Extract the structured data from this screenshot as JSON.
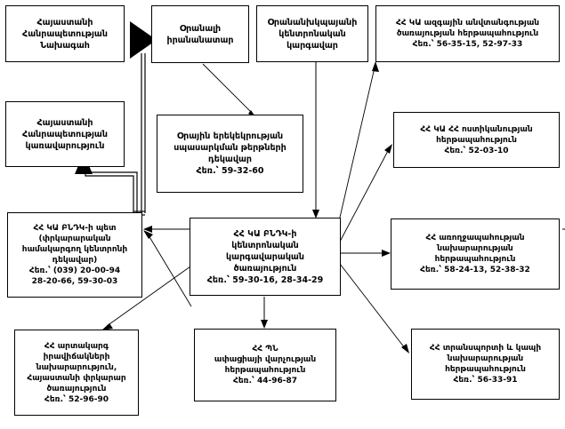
{
  "diagram": {
    "title": "Armenian emergency-management notification scheme",
    "type": "flowchart",
    "line_color": "#000000",
    "background_color": "#ffffff",
    "nodes": [
      {
        "id": "president",
        "name": "president-of-armenia",
        "lines": [
          "Հայաստանի",
          "Հանրապետության",
          "Նախագահ"
        ]
      },
      {
        "id": "government",
        "name": "government-of-armenia",
        "lines": [
          "Հայաստանի",
          "Հանրապետության",
          "կառավարություն"
        ]
      },
      {
        "id": "duty-officer",
        "name": "daily-duty-officer",
        "lines": [
          "Օրանալի",
          "իրանանատար"
        ]
      },
      {
        "id": "central-dispatcher",
        "name": "operational-central-dispatcher",
        "lines": [
          "Օրանանխկպայանի",
          "կենտրոնական",
          "կարգավար"
        ]
      },
      {
        "id": "nss",
        "name": "national-security-service-duty",
        "lines": [
          "ՀՀ ԿԱ ազգային անվտանգության",
          "ծառայության հերթապահություն",
          "Հեռ.՝ 56-35-15, 52-97-33"
        ]
      },
      {
        "id": "daily-service",
        "name": "daily-service-sheets-manager",
        "lines": [
          "Օրային երեկեկրության",
          "սպասարկման թերթների",
          "դեկավար",
          "Հեռ.՝ 59-32-60"
        ]
      },
      {
        "id": "police",
        "name": "police-duty",
        "lines": [
          "ՀՀ ԿԱ ՀՀ ոստիկանության",
          "հերթապահություն",
          "Հեռ.՝ 52-03-10"
        ]
      },
      {
        "id": "head-of-agency",
        "name": "head-of-agency",
        "lines": [
          "ՀՀ ԿԱ ԲՆԴԿ-ի պետ",
          "(փրկարարական",
          "համակարգող կենտրոնի",
          "դեկավար)",
          "Հեռ.՝ (039) 20-00-94",
          "28-20-66, 59-30-03"
        ]
      },
      {
        "id": "central-dispatch-service",
        "name": "central-dispatch-service",
        "lines": [
          "ՀՀ ԿԱ ԲՆԴԿ-ի",
          "կենտրոնական",
          "կարգավարական",
          "ծառայություն",
          "Հեռ.՝ 59-30-16, 28-34-29"
        ]
      },
      {
        "id": "health",
        "name": "health-ministry-duty",
        "lines": [
          "ՀՀ առողջապահության",
          "նախարարության",
          "հերթապահություն",
          "Հեռ.՝ 58-24-13, 52-38-32"
        ]
      },
      {
        "id": "emergency-ministry",
        "name": "emergency-situations-ministry",
        "lines": [
          "ՀՀ արտակարգ",
          "իրավիճակների",
          "նախարարություն,",
          "Հայաստանի փրկարար",
          "ծառայություն",
          "Հեռ.՝ 52-96-90"
        ]
      },
      {
        "id": "defense-aviation",
        "name": "defense-ministry-aviation-duty",
        "lines": [
          "ՀՀ ՊՆ",
          "ափացիայի վարչության",
          "հերթապահություն",
          "Հեռ.՝ 44-96-87"
        ]
      },
      {
        "id": "transport",
        "name": "transport-and-communication-ministry-duty",
        "lines": [
          "ՀՀ տրանսպորտի և կապի",
          "նախարարության",
          "հերթապահություն",
          "Հեռ.՝ 56-33-91"
        ]
      }
    ],
    "edges": [
      {
        "from": "duty-officer",
        "to": "daily-service",
        "style": "thin-arrow"
      },
      {
        "from": "central-dispatcher",
        "to": "central-dispatch-service",
        "style": "thin-arrow"
      },
      {
        "from": "central-dispatch-service",
        "to": "nss",
        "style": "thin-arrow"
      },
      {
        "from": "central-dispatch-service",
        "to": "police",
        "style": "thin-arrow"
      },
      {
        "from": "central-dispatch-service",
        "to": "health",
        "style": "thin-arrow"
      },
      {
        "from": "central-dispatch-service",
        "to": "transport",
        "style": "thin-arrow"
      },
      {
        "from": "central-dispatch-service",
        "to": "defense-aviation",
        "style": "thin-arrow"
      },
      {
        "from": "central-dispatch-service",
        "to": "head-of-agency",
        "style": "thin-arrow"
      },
      {
        "from": "central-dispatch-service",
        "to": "emergency-ministry",
        "style": "thin-arrow"
      },
      {
        "from": "emergency-ministry",
        "to": "head-of-agency",
        "style": "thin-arrow"
      },
      {
        "from": "head-of-agency",
        "to": "government",
        "style": "double-rail-arrow"
      },
      {
        "from": "head-of-agency",
        "to": "president",
        "style": "double-rail-arrow"
      }
    ]
  }
}
